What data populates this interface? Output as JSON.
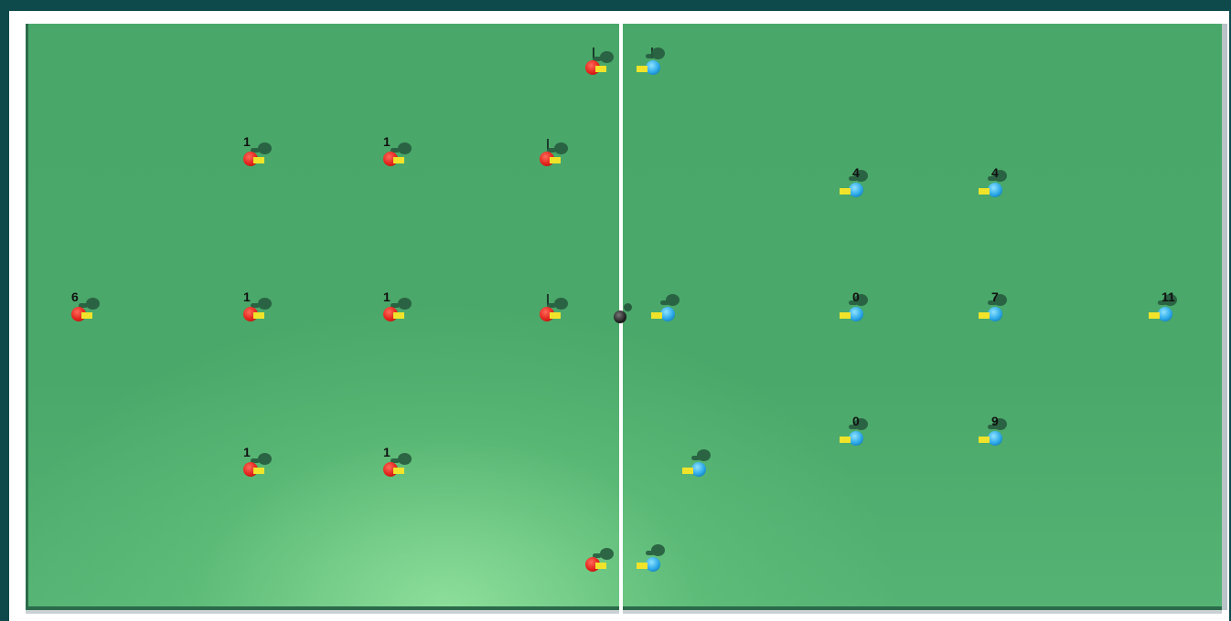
{
  "scene": {
    "title": "",
    "colors": {
      "pitch": "#49a869",
      "line": "#ffffff",
      "team_red": "#e3241c",
      "team_blue": "#2aa7e8",
      "stick": "#f0e32a",
      "ball": "#222222",
      "background": "#0e4a4c"
    }
  },
  "red_team": [
    {
      "number": "6"
    },
    {
      "number": "1"
    },
    {
      "number": "1"
    },
    {
      "number": "1"
    },
    {
      "number": "1"
    },
    {
      "number": "1"
    },
    {
      "number": "1"
    },
    {
      "number": ""
    },
    {
      "number": ""
    },
    {
      "number": ""
    },
    {
      "number": ""
    }
  ],
  "blue_team": [
    {
      "number": ""
    },
    {
      "number": ""
    },
    {
      "number": ""
    },
    {
      "number": ""
    },
    {
      "number": "4"
    },
    {
      "number": "4"
    },
    {
      "number": "0"
    },
    {
      "number": "7"
    },
    {
      "number": "11"
    },
    {
      "number": "0"
    },
    {
      "number": "9"
    },
    {
      "number": ""
    }
  ]
}
